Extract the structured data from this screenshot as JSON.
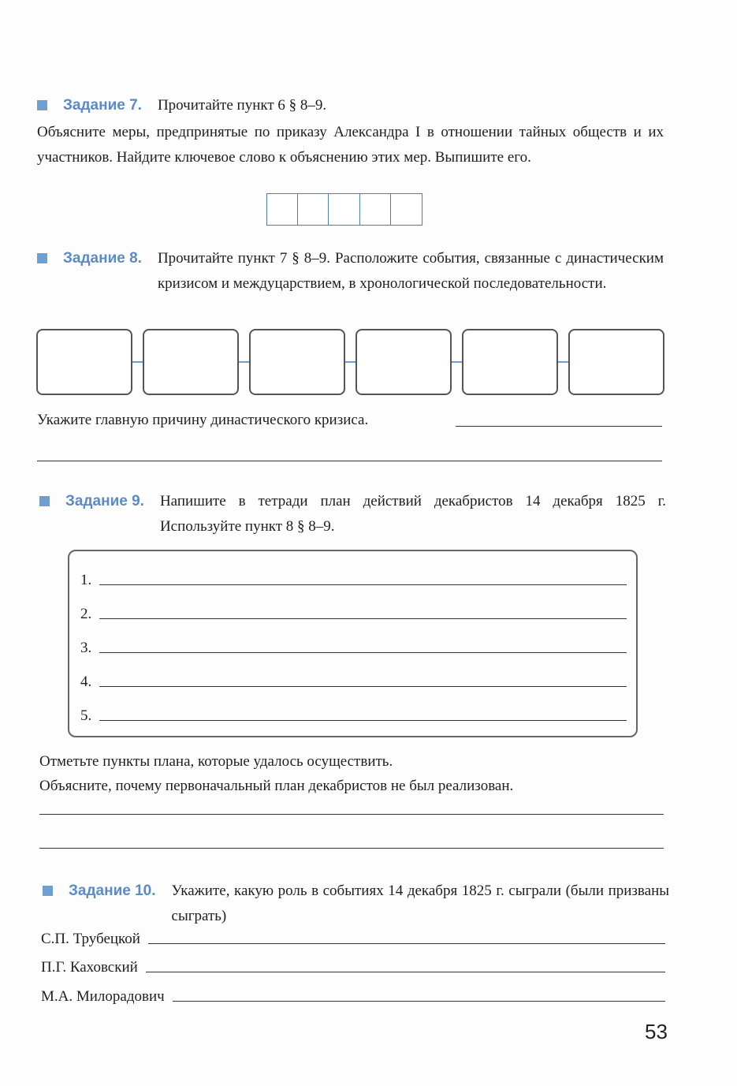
{
  "task7": {
    "label": "Задание 7.",
    "instruction": "Прочитайте пункт 6 § 8–9.",
    "body": "Объясните меры, предпринятые по приказу Александра I в отношении тайных обществ и их участников. Найдите ключевое слово к объяснению этих мер. Выпишите его.",
    "letter_boxes": 5
  },
  "task8": {
    "label": "Задание 8.",
    "instruction": "Прочитайте пункт 7 § 8–9. Расположите события, связанные с династическим кризисом и междуцарствием, в хронологической последовательности.",
    "chain_boxes": 6,
    "question": "Укажите главную причину династического кризиса."
  },
  "task9": {
    "label": "Задание 9.",
    "instruction": "Напишите в тетради план действий декабристов 14 декабря 1825 г. Используйте пункт 8 § 8–9.",
    "plan_items": [
      "1.",
      "2.",
      "3.",
      "4.",
      "5."
    ],
    "note1": "Отметьте пункты плана, которые удалось осуществить.",
    "note2": "Объясните, почему первоначальный план декабристов не был реализован."
  },
  "task10": {
    "label": "Задание 10.",
    "instruction": "Укажите, какую роль в событиях 14 декабря 1825 г. сыграли (были призваны сыграть)",
    "persons": [
      "С.П. Трубецкой",
      "П.Г. Каховский",
      "М.А. Милорадович"
    ]
  },
  "page_number": "53",
  "colors": {
    "accent": "#5b8bc6",
    "square": "#6f9fd0"
  }
}
